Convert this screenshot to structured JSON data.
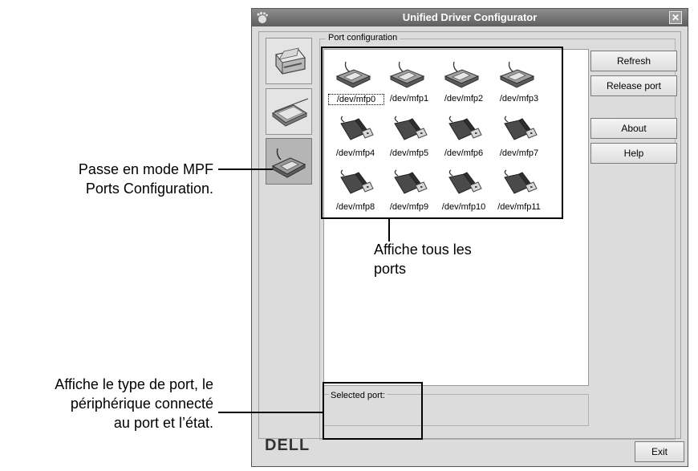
{
  "window": {
    "title": "Unified Driver Configurator",
    "close_glyph": "✕",
    "icon": "gnome-foot-icon"
  },
  "sidebar": {
    "buttons": [
      {
        "name": "printers-configuration",
        "icon": "printer-icon"
      },
      {
        "name": "scanners-configuration",
        "icon": "scanner-icon"
      },
      {
        "name": "ports-configuration",
        "icon": "port-icon",
        "active": true
      }
    ]
  },
  "group": {
    "title": "Port configuration"
  },
  "ports": [
    {
      "label": "/dev/mfp0",
      "type": "parallel",
      "selected": true
    },
    {
      "label": "/dev/mfp1",
      "type": "parallel"
    },
    {
      "label": "/dev/mfp2",
      "type": "parallel"
    },
    {
      "label": "/dev/mfp3",
      "type": "parallel"
    },
    {
      "label": "/dev/mfp4",
      "type": "usb"
    },
    {
      "label": "/dev/mfp5",
      "type": "usb"
    },
    {
      "label": "/dev/mfp6",
      "type": "usb"
    },
    {
      "label": "/dev/mfp7",
      "type": "usb"
    },
    {
      "label": "/dev/mfp8",
      "type": "usb"
    },
    {
      "label": "/dev/mfp9",
      "type": "usb"
    },
    {
      "label": "/dev/mfp10",
      "type": "usb"
    },
    {
      "label": "/dev/mfp11",
      "type": "usb"
    }
  ],
  "selected_port": {
    "label": "Selected port:"
  },
  "buttons": {
    "refresh": "Refresh",
    "release_port": "Release port",
    "about": "About",
    "help": "Help",
    "exit": "Exit"
  },
  "brand": {
    "logo": "DELL"
  },
  "callouts": {
    "mode": [
      "Passe en mode MPF",
      "Ports Configuration."
    ],
    "ports": [
      "Affiche tous les",
      "ports"
    ],
    "selected": [
      "Affiche le type de port, le",
      "périphérique connecté",
      "au port et l’état."
    ]
  }
}
